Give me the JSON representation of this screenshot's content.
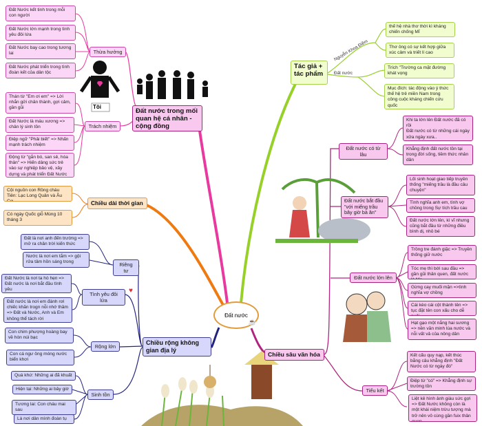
{
  "center": {
    "label": "Đất nước",
    "icon": "teacup-icon"
  },
  "community": {
    "title": "Đất nước trong mối quan hệ cá nhân - cộng đồng",
    "person_label": "Tôi",
    "inherit": {
      "label": "Thừa hưởng",
      "items": [
        "Đất Nước kết tinh trong mỗi con người",
        "Đất Nước lớn mạnh trong tình yêu đôi lứa",
        "Đất Nước bay cao trong tương lai",
        "Đất Nước phát triển trong tình đoàn kết của dân tộc"
      ]
    },
    "duty": {
      "label": "Trách nhiệm",
      "items": [
        "Thán từ \"Em ơi em\" => Lời nhắn gửi chân thành, gợi cảm, gần gũi",
        "Đất Nước là máu xương => chân lý sinh tồn",
        "Điệp ngữ \"Phải biết\" => Nhấn mạnh trách nhiệm",
        "Động từ \"gắn bó, san sẻ, hóa thân\" => Hiến dâng sức trẻ vào sự nghiệp bảo vệ, xây dựng và phát triển Đất Nước"
      ]
    }
  },
  "time": {
    "title": "Chiều dài thời gian",
    "items": [
      "Cội nguồn con Rồng cháu Tiên: Lạc Long Quân và Âu Cơ",
      "Có ngày Quốc giỗ Mùng 10 tháng 3"
    ]
  },
  "space": {
    "title": "Chiều rộng không gian địa lý",
    "private": {
      "label": "Riêng tư",
      "items": [
        "Đất là nơi anh đến trường => mở ra chân trời kiến thức",
        "Nước là nơi em tắm => gội rửa tâm hồn sáng trong"
      ]
    },
    "love": {
      "label": "Tình yêu đôi lứa",
      "items": [
        "Đất Nước là nơi ta hò hẹn => Đất nước là nơi bắt đầu tình yêu",
        "Đất nước là nơi em đánh rơi chiếc khăn trogn nỗi nhớ thầm => Đất và Nước, Anh và Em không thể tách rời"
      ]
    },
    "vast": {
      "label": "Rộng lớn",
      "items": [
        "Con chim phượng hoàng bay về hòn núi bạc",
        "Con cá ngư ông móng nước biển khơi"
      ]
    },
    "survival": {
      "label": "Sinh tồn",
      "items": [
        "Quá khứ: Những ai đã khuất",
        "Hiện tại: Những ai bây giờ",
        "Tương lai: Con cháu mai sau",
        "Là nơi dân mình đoàn tụ"
      ]
    }
  },
  "author": {
    "title": "Tác giả + tác phẩm",
    "poet": {
      "label": "Nguyễn Khoa Điềm",
      "items": [
        "thế hệ nhà thơ thời kì kháng chiến chống Mĩ",
        "Thơ ông có sự kết hợp giữa xúc cảm và triết lí cao"
      ]
    },
    "work": {
      "label": "Đất nước",
      "items": [
        "Trích \"Trường ca mặt đường khát vọng",
        "Mục đích: tác động vào ý thức thế hệ trẻ miền Nam trong công cuộc kháng chiến cứu quốc"
      ]
    }
  },
  "culture": {
    "title": "Chiều sâu văn hóa",
    "ancient": {
      "label": "Đất nước có từ lâu",
      "items": [
        "Khi ta lớn lên Đất nước đã có rồi\nĐất nước có từ những cái ngày xửa ngày xưa..",
        "Khẳng định đất nước tồn tại trong đời sống, tiềm thức nhân dân"
      ]
    },
    "betel": {
      "label": "Đất nước bắt đầu \"với miếng trầu bây giờ bà ăn\"",
      "items": [
        "Lối sinh hoạt giao tiếp truyền thống \"miếng trầu là đầu câu chuyện\"",
        "Tình nghĩa anh em, tình vợ chồng trong Sự tích trầu cau",
        "Đất nước lớn lên, kì vĩ nhưng cũng bắt đầu từ những điều bình dị, nhỏ bé"
      ]
    },
    "grow": {
      "label": "Đất nước lớn lên",
      "items": [
        "Trồng tre đánh giặc => Truyền thống giữ nước",
        "Tóc mẹ thì bới sau đầu => gần gũi thân quen, đất nước là Mẹ",
        "Gừng cay muối mặn =>tình nghĩa vợ chồng",
        "Cái kèo cái cột thành tên => tục đặt tên con xấu cho dễ nuôi",
        "Hạt gạo một nắng hai sương => nền văn minh lúa nước và nỗi vất vả của nông dân"
      ]
    },
    "summary": {
      "label": "Tiểu kết",
      "items": [
        "Kết cấu quy nạp, kết thúc bằng câu khẳng định \"Đất Nước có từ ngày đó\"",
        "Điệp từ \"có\" => Khẳng định sự trường tồn",
        "Liệt kê hình ảnh giàu sức gợi => Đất Nước không còn là một khái niệm trừu tượng mà trở nên vô cùng gần fuix thân quen"
      ]
    }
  },
  "colors": {
    "community": "#e8399f",
    "time": "#f07a12",
    "space": "#23237e",
    "author": "#98d02a",
    "culture": "#b0237f"
  }
}
